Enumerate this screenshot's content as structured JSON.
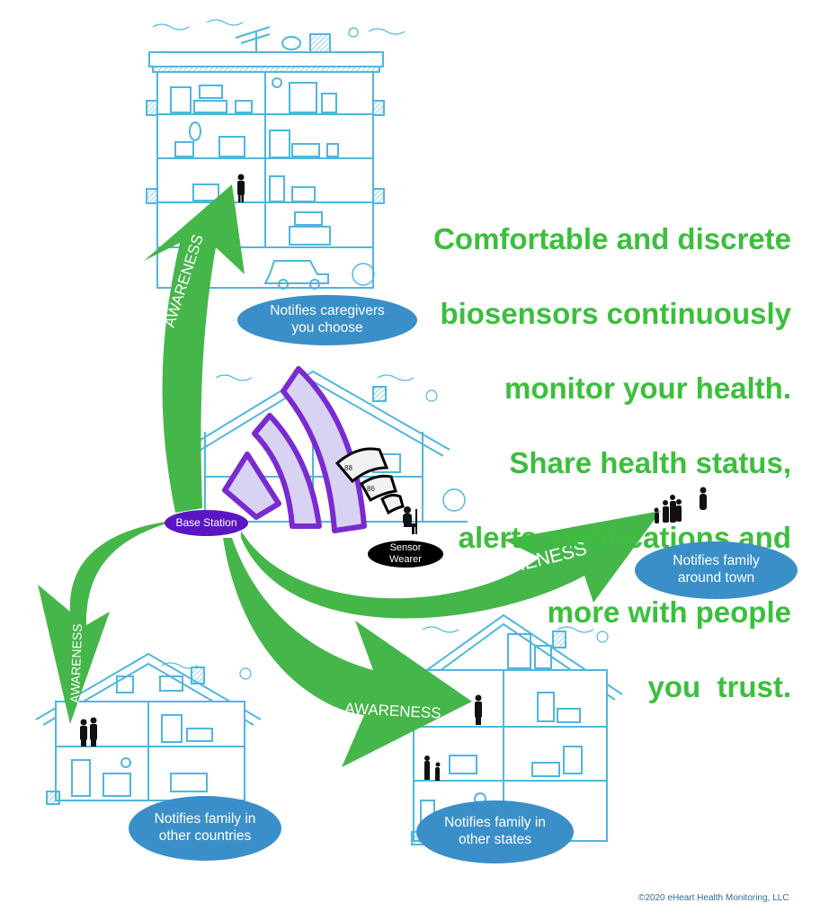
{
  "headline": {
    "lines": [
      "Comfortable and discrete",
      "biosensors continuously",
      "monitor your health.",
      "Share health status,",
      "alerts, notifications and",
      "more with people",
      "you  trust."
    ]
  },
  "nodes": {
    "base_station": "Base Station",
    "sensor_wearer": [
      "Sensor",
      "Wearer"
    ]
  },
  "arrows": {
    "caregivers_label": "AWARENESS",
    "town_label": "AWARENESS",
    "countries_label": "AWARENESS",
    "states_label": "AWARENESS"
  },
  "sensor_readings": [
    "88",
    "86"
  ],
  "notifications": {
    "caregivers": [
      "Notifies caregivers",
      "you choose"
    ],
    "town": [
      "Notifies family",
      "around town"
    ],
    "countries": [
      "Notifies family in",
      "other countries"
    ],
    "states": [
      "Notifies family in",
      "other states"
    ]
  },
  "footer": {
    "copyright": "©2020 eHeart Health Monitoring, LLC"
  },
  "colors": {
    "arrow_green": "#45b649",
    "headline_green": "#3cbf3c",
    "bubble_blue": "#3a8fc8",
    "base_purple": "#5b16c2",
    "signal_purple": "#7a2bd0",
    "signal_fill": "#d9d3f3",
    "line_blue": "#4fb6e0"
  }
}
